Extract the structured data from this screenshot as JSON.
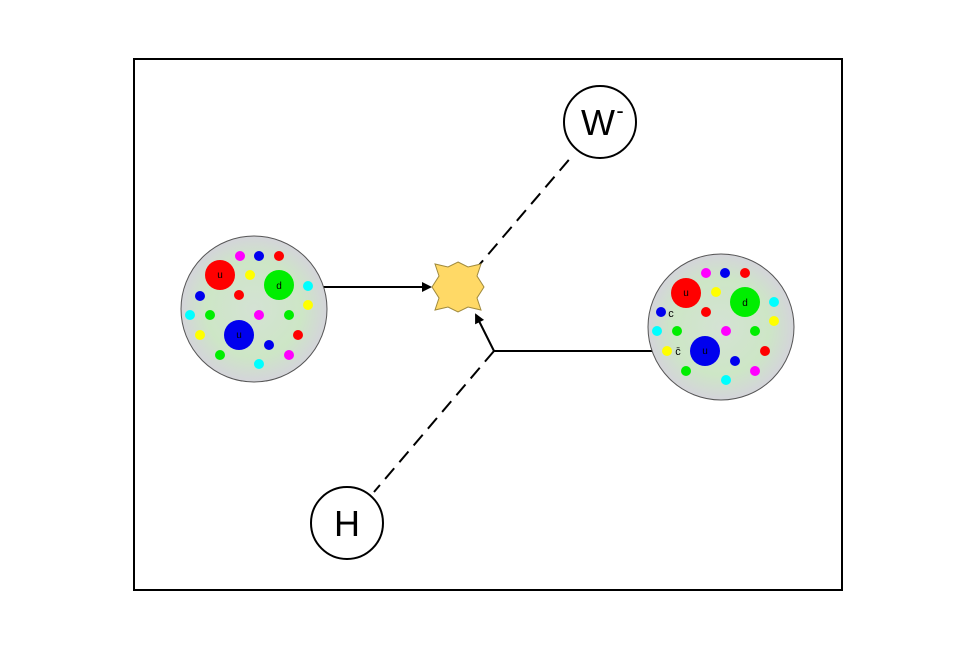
{
  "diagram": {
    "particles": {
      "w_label": "W",
      "w_charge": "-",
      "h_label": "H"
    },
    "proton_left": {
      "quarks": [
        {
          "label": "u",
          "color": "#ff0000"
        },
        {
          "label": "d",
          "color": "#00ee00"
        },
        {
          "label": "u",
          "color": "#0000ee"
        }
      ]
    },
    "proton_right": {
      "quarks": [
        {
          "label": "u",
          "color": "#ff0000"
        },
        {
          "label": "d",
          "color": "#00ee00"
        },
        {
          "label": "u",
          "color": "#0000ee"
        }
      ],
      "sea_labels": [
        "c",
        "c̄"
      ]
    },
    "colors": {
      "vertex": "#ffd966",
      "frame": "#000000",
      "sea": [
        "#ff0000",
        "#00ee00",
        "#0000ee",
        "#ffff00",
        "#00ffff",
        "#ff00ff"
      ]
    }
  }
}
